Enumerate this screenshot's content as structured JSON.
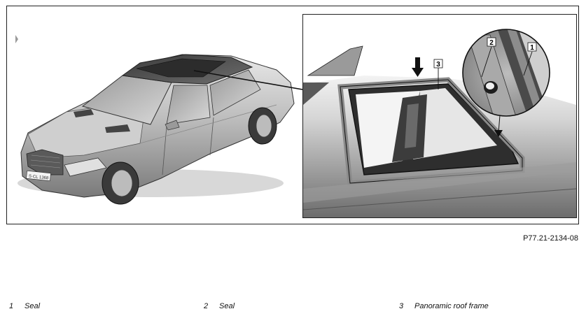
{
  "figure": {
    "code": "P77.21-2134-08",
    "callouts": [
      {
        "number": "1"
      },
      {
        "number": "2"
      },
      {
        "number": "3"
      }
    ],
    "plate_text": "S·CL 1368"
  },
  "legend": [
    {
      "number": "1",
      "label": "Seal"
    },
    {
      "number": "2",
      "label": "Seal"
    },
    {
      "number": "3",
      "label": "Panoramic roof frame"
    }
  ]
}
